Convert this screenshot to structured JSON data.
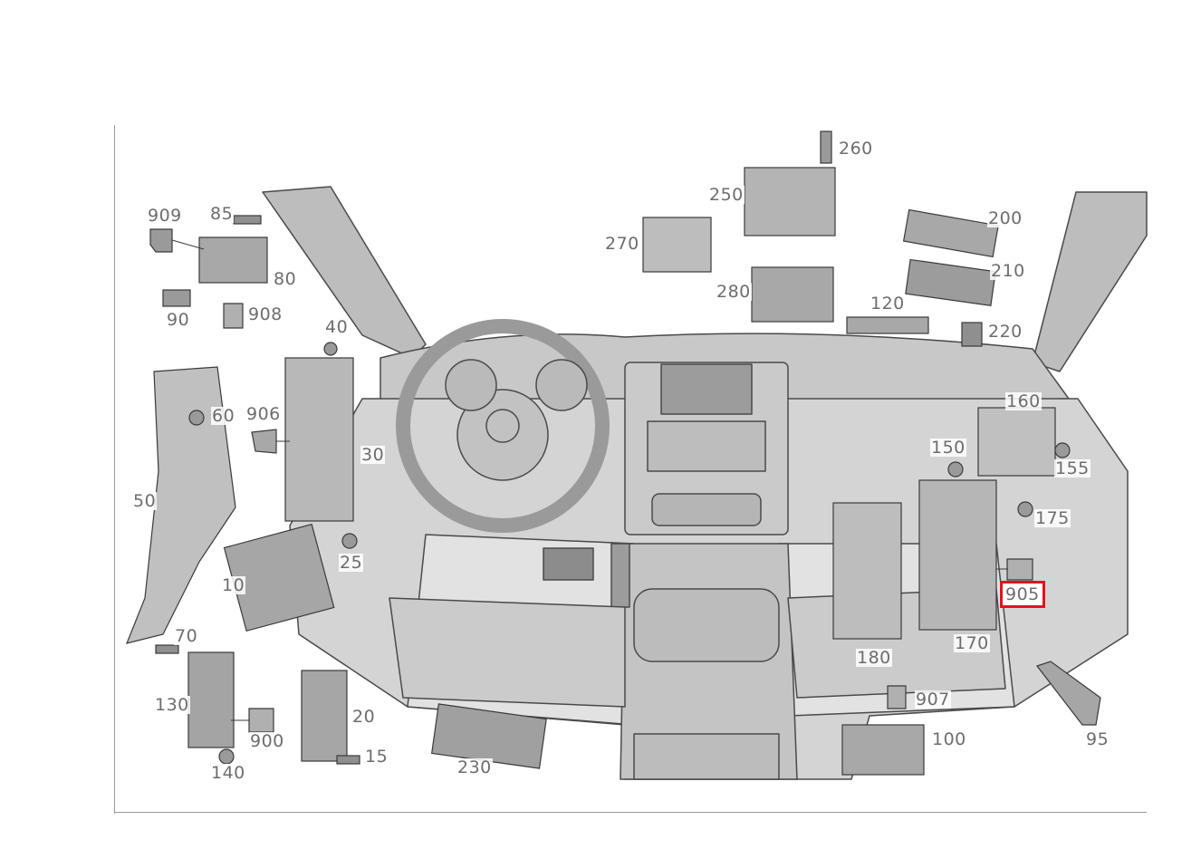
{
  "highlight_color": "#e0141e",
  "selected_part": "905",
  "callouts": [
    {
      "id": "909",
      "label": "909"
    },
    {
      "id": "85",
      "label": "85"
    },
    {
      "id": "80",
      "label": "80"
    },
    {
      "id": "90",
      "label": "90"
    },
    {
      "id": "908",
      "label": "908"
    },
    {
      "id": "40",
      "label": "40"
    },
    {
      "id": "60",
      "label": "60"
    },
    {
      "id": "906",
      "label": "906"
    },
    {
      "id": "30",
      "label": "30"
    },
    {
      "id": "50",
      "label": "50"
    },
    {
      "id": "25",
      "label": "25"
    },
    {
      "id": "10",
      "label": "10"
    },
    {
      "id": "70",
      "label": "70"
    },
    {
      "id": "130",
      "label": "130"
    },
    {
      "id": "900",
      "label": "900"
    },
    {
      "id": "140",
      "label": "140"
    },
    {
      "id": "20",
      "label": "20"
    },
    {
      "id": "15",
      "label": "15"
    },
    {
      "id": "230",
      "label": "230"
    },
    {
      "id": "260",
      "label": "260"
    },
    {
      "id": "250",
      "label": "250"
    },
    {
      "id": "270",
      "label": "270"
    },
    {
      "id": "280",
      "label": "280"
    },
    {
      "id": "200",
      "label": "200"
    },
    {
      "id": "210",
      "label": "210"
    },
    {
      "id": "120",
      "label": "120"
    },
    {
      "id": "220",
      "label": "220"
    },
    {
      "id": "160",
      "label": "160"
    },
    {
      "id": "150",
      "label": "150"
    },
    {
      "id": "155",
      "label": "155"
    },
    {
      "id": "175",
      "label": "175"
    },
    {
      "id": "905",
      "label": "905"
    },
    {
      "id": "170",
      "label": "170"
    },
    {
      "id": "180",
      "label": "180"
    },
    {
      "id": "907",
      "label": "907"
    },
    {
      "id": "100",
      "label": "100"
    },
    {
      "id": "95",
      "label": "95"
    }
  ]
}
